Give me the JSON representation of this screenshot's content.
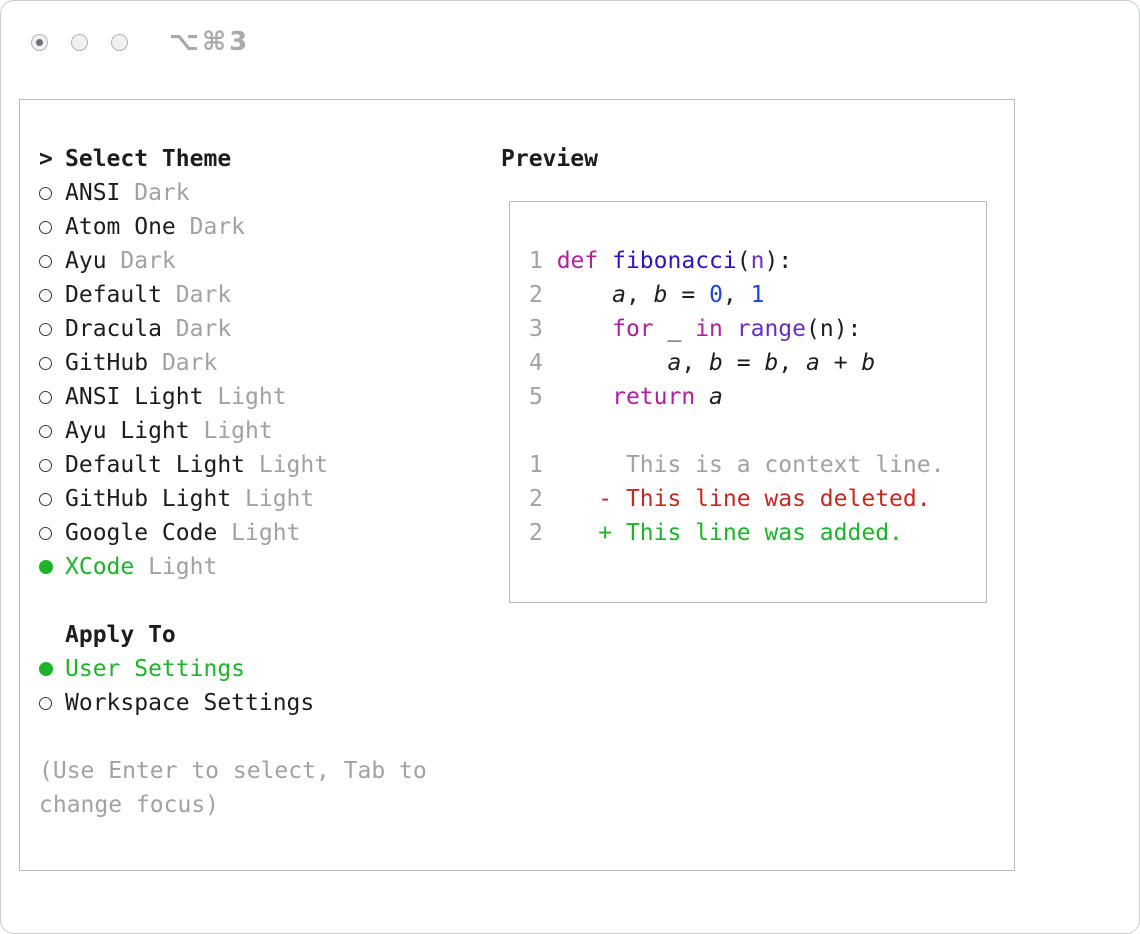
{
  "window": {
    "shortcut": "⌥⌘3"
  },
  "theme_panel": {
    "title_prefix": ">",
    "title": "Select Theme",
    "items": [
      {
        "name": "ANSI",
        "variant": "Dark",
        "selected": false
      },
      {
        "name": "Atom One",
        "variant": "Dark",
        "selected": false
      },
      {
        "name": "Ayu",
        "variant": "Dark",
        "selected": false
      },
      {
        "name": "Default",
        "variant": "Dark",
        "selected": false
      },
      {
        "name": "Dracula",
        "variant": "Dark",
        "selected": false
      },
      {
        "name": "GitHub",
        "variant": "Dark",
        "selected": false
      },
      {
        "name": "ANSI Light",
        "variant": "Light",
        "selected": false
      },
      {
        "name": "Ayu Light",
        "variant": "Light",
        "selected": false
      },
      {
        "name": "Default Light",
        "variant": "Light",
        "selected": false
      },
      {
        "name": "GitHub Light",
        "variant": "Light",
        "selected": false
      },
      {
        "name": "Google Code",
        "variant": "Light",
        "selected": false
      },
      {
        "name": "XCode",
        "variant": "Light",
        "selected": true
      }
    ],
    "apply_to": {
      "title": "Apply To",
      "options": [
        {
          "label": "User Settings",
          "selected": true
        },
        {
          "label": "Workspace Settings",
          "selected": false
        }
      ]
    },
    "hint": "(Use Enter to select, Tab to change focus)"
  },
  "preview": {
    "title": "Preview",
    "lines": [
      {
        "num": "1",
        "tokens": [
          {
            "t": "def",
            "c": "keyword"
          },
          {
            "t": " ",
            "c": "plain"
          },
          {
            "t": "fibonacci",
            "c": "func"
          },
          {
            "t": "(",
            "c": "plain"
          },
          {
            "t": "n",
            "c": "param"
          },
          {
            "t": "):",
            "c": "plain"
          }
        ]
      },
      {
        "num": "2",
        "tokens": [
          {
            "t": "    ",
            "c": "plain"
          },
          {
            "t": "a",
            "c": "var"
          },
          {
            "t": ", ",
            "c": "plain"
          },
          {
            "t": "b",
            "c": "var"
          },
          {
            "t": " = ",
            "c": "plain"
          },
          {
            "t": "0",
            "c": "number"
          },
          {
            "t": ", ",
            "c": "plain"
          },
          {
            "t": "1",
            "c": "number"
          }
        ]
      },
      {
        "num": "3",
        "tokens": [
          {
            "t": "    ",
            "c": "plain"
          },
          {
            "t": "for",
            "c": "keyword"
          },
          {
            "t": " _ ",
            "c": "plain"
          },
          {
            "t": "in",
            "c": "keyword"
          },
          {
            "t": " ",
            "c": "plain"
          },
          {
            "t": "range",
            "c": "builtin"
          },
          {
            "t": "(n):",
            "c": "plain"
          }
        ]
      },
      {
        "num": "4",
        "tokens": [
          {
            "t": "        ",
            "c": "plain"
          },
          {
            "t": "a",
            "c": "var"
          },
          {
            "t": ", ",
            "c": "plain"
          },
          {
            "t": "b",
            "c": "var"
          },
          {
            "t": " = ",
            "c": "plain"
          },
          {
            "t": "b",
            "c": "var"
          },
          {
            "t": ", ",
            "c": "plain"
          },
          {
            "t": "a",
            "c": "var"
          },
          {
            "t": " + ",
            "c": "plain"
          },
          {
            "t": "b",
            "c": "var"
          }
        ]
      },
      {
        "num": "5",
        "tokens": [
          {
            "t": "    ",
            "c": "plain"
          },
          {
            "t": "return",
            "c": "keyword"
          },
          {
            "t": " ",
            "c": "plain"
          },
          {
            "t": "a",
            "c": "var"
          }
        ]
      },
      {
        "num": "",
        "tokens": []
      },
      {
        "num": "1",
        "tokens": [
          {
            "t": "     This is a context line.",
            "c": "context"
          }
        ]
      },
      {
        "num": "2",
        "tokens": [
          {
            "t": "   - This line was deleted.",
            "c": "deleted"
          }
        ]
      },
      {
        "num": "2",
        "tokens": [
          {
            "t": "   + This line was added.",
            "c": "added"
          }
        ]
      }
    ]
  },
  "colors": {
    "text": "#1d1d1f",
    "muted": "#a1a1a6",
    "green": "#1db32a",
    "keyword": "#b01fa0",
    "func": "#2d14c8",
    "number": "#1f46d4",
    "builtin": "#6b2fbf",
    "deleted": "#c42a21",
    "border": "#b7bdc4"
  }
}
